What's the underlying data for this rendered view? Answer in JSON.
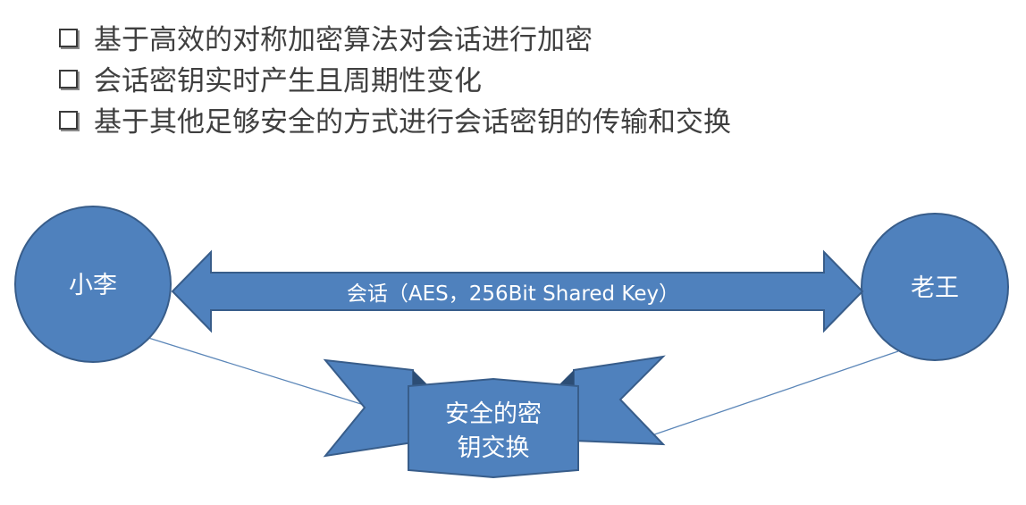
{
  "bullets": [
    "基于高效的对称加密算法对会话进行加密",
    "会话密钥实时产生且周期性变化",
    "基于其他足够安全的方式进行会话密钥的传输和交换"
  ],
  "diagram": {
    "left_node": "小李",
    "right_node": "老王",
    "arrow_label": "会话（AES，256Bit Shared Key）",
    "ribbon_line1": "安全的密",
    "ribbon_line2": "钥交换",
    "colors": {
      "fill": "#4f81bd",
      "stroke": "#385d8a",
      "fold": "#2c4d75",
      "connector": "#5b86b8"
    }
  }
}
